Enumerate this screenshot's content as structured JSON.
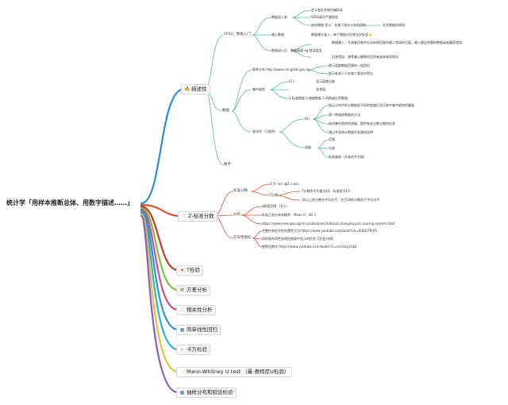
{
  "root": {
    "label": "统计学「用样本推断总体、用数字描述……」"
  },
  "branches": [
    {
      "label": "描述性",
      "icon": "fire-icon",
      "icon_glyph": "🔥",
      "color": "#2f8fd6"
    },
    {
      "label": "Z-标准分数",
      "icon": "heart-icon",
      "icon_glyph": "♡",
      "color": "#e0522f"
    },
    {
      "label": "T检验",
      "icon": "star-icon",
      "icon_glyph": "★",
      "color": "#bf3f2a"
    },
    {
      "label": "方差分析",
      "icon": "tools-icon",
      "icon_glyph": "⚒",
      "color": "#7cc13a"
    },
    {
      "label": "相关性分析",
      "icon": "heart-icon",
      "icon_glyph": "♡",
      "color": "#d64a8a"
    },
    {
      "label": "简单线性回归",
      "icon": "building-icon",
      "icon_glyph": "▦",
      "color": "#2f8fd6"
    },
    {
      "label": "卡方检验",
      "icon": "star-outline-icon",
      "icon_glyph": "☆",
      "color": "#2fb2c8"
    },
    {
      "label": "Mann-Whitney U test （曼-惠特尼U检验）",
      "icon": "heart-icon",
      "icon_glyph": "♡",
      "color": "#e8c032"
    },
    {
      "label": "抽样分布和假设检验",
      "icon": "building-icon",
      "icon_glyph": "▦",
      "color": "#8a5cc8"
    }
  ],
  "descriptive": {
    "spss": "SPSS：数据入门",
    "data_import": "数据录入前",
    "define_vars": "定义变形并制作编码本",
    "spss_tool": "SPSS填写严重校验",
    "missing": "缺失数据 定义：在属于统计分析的目的",
    "missing_note": "丢失数据的原因",
    "input": "输入数据",
    "input_note": "数据哪位录入，每个数据对应建立好标签👆",
    "after": "数据录入后：数据清理 eg.错误类型",
    "after1": "数据输入：在调查问卷中忘没有按回复时输入错误的后面。输入跟这些题的数据或者最容错误",
    "after2": "回答错误：源等着以解释的回答者放弃继续简化",
    "stats": "数据",
    "freq": "频率分布 http://www.mingstat.gov.eg",
    "freq1": "提示离散数据范围的一组资料",
    "freq2": "提示有多少人在每个类别中得分",
    "central": "集中趋势",
    "ci": "(C)",
    "mode": "显示离散分数",
    "median": "非常值",
    "mean_note": "1.标准数据 2.缩放数据 3.同期或比率数据",
    "variability": "变化性（可变性）",
    "vi": "(V)",
    "v1": "指示分布中的分数彼此不同的程度以及分布中集中趋势的重量",
    "v2": "第一种描述数据的方法",
    "v3": "结合集中趋势的测量，提供有关分数分散的信息",
    "v4": "通过共享统计数据时关键地说明",
    "measure": "测量",
    "range": "范围",
    "variance": "方差",
    "sd": "标准偏差（方差的平方根）",
    "numeric": "数字"
  },
  "zscore": {
    "std": "标准分数",
    "formula": "Z   X—x/s   或Z   x-a/o",
    "tscore": "T分数",
    "t1": "T分数的平均值为10，标准差为10",
    "t2": "30以上的分数在平均水平，在于50的分数低于平均水平",
    "dist": "分布",
    "d1": "z取值范围：[0,1]",
    "d2": "标准正态分布有概率：Mean   0；SD   1",
    "d3": "https://www.mee.gov.sg/microsites/pslc/hdd/pslcchanging.pslc-scoring-system.html",
    "eff": "信号性图标",
    "e1": "完整所有信号性的置性方法 https://www.youtube.com/watch?v=D3EG7RIjYk",
    "e2": "如的图布同性处理信图表中显示的信息【学会分辨】",
    "e3": "使等信数字 https://www.youtube.com/watch?v=ceYrzzy3cq8"
  }
}
